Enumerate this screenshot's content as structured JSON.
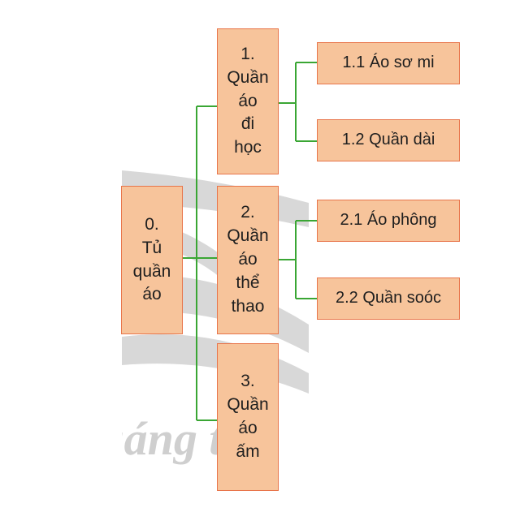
{
  "colors": {
    "box_fill": "#f7c49b",
    "box_border": "#e8754a",
    "connector": "#3aa634",
    "watermark": "#d5d5d5"
  },
  "watermark": {
    "text": "sáng tạo"
  },
  "root": {
    "lines": [
      "0.",
      "Tủ",
      "quần",
      "áo"
    ]
  },
  "level1": [
    {
      "lines": [
        "1.",
        "Quần",
        "áo",
        "đi",
        "học"
      ]
    },
    {
      "lines": [
        "2.",
        "Quần",
        "áo",
        "thể",
        "thao"
      ]
    },
    {
      "lines": [
        "3.",
        "Quần",
        "áo",
        "ấm"
      ]
    }
  ],
  "level2": [
    {
      "label": "1.1 Áo sơ mi"
    },
    {
      "label": "1.2 Quần dài"
    },
    {
      "label": "2.1 Áo phông"
    },
    {
      "label": "2.2 Quần soóc"
    }
  ]
}
